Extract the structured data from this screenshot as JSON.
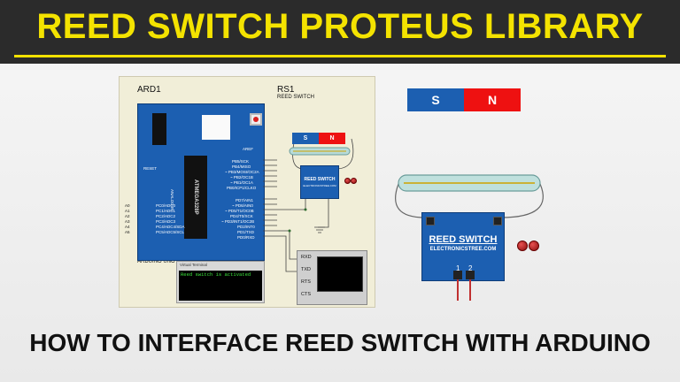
{
  "banner": {
    "title": "REED SWITCH PROTEUS LIBRARY"
  },
  "footer": {
    "title": "HOW TO INTERFACE REED SWITCH WITH ARDUINO"
  },
  "colors": {
    "banner_bg": "#2b2b2b",
    "accent_yellow": "#f4e300",
    "board_blue": "#1c5fb1",
    "magnet_red": "#ee1111"
  },
  "schematic": {
    "arduino_ref": "ARD1",
    "arduino_model": "ARDUINO UNO",
    "chip": "ATMEGA328P",
    "reset_label": "RESET",
    "aref_label": "AREF",
    "right_pins": [
      "PB5/SCK",
      "PB4/MISO",
      "~ PB3/MOSI/OC2A",
      "~ PB2/OC1B",
      "~ PB1/OC1A",
      "PB0/ICP1/CLKO",
      "PD7/AIN1",
      "~ PD6/AIN0",
      "~ PD5/T1/OC0B",
      "PD4/T0/XCK",
      "~ PD3/INT1/OC2B",
      "PD2/INT0",
      "PD1/TXD",
      "PD0/RXD"
    ],
    "left_pins": [
      "PC0/ADC0",
      "PC1/ADC1",
      "PC2/ADC2",
      "PC3/ADC3",
      "PC4/ADC4/SDA",
      "PC5/ADC5/SCL"
    ],
    "left_pin_numbers": [
      "A0",
      "A1",
      "A2",
      "A3",
      "A4",
      "A5"
    ],
    "analog_in_label": "ANALOG IN",
    "reed_ref": "RS1",
    "reed_name": "REED SWITCH",
    "small_module_title": "REED SWITCH",
    "small_module_sub": "ELECTRONICSTREE.COM",
    "virtual_terminal_title": "Virtual Terminal",
    "virtual_terminal_text": "Reed switch is activated",
    "terminal_pins": [
      "RXD",
      "TXD",
      "RTS",
      "CTS"
    ]
  },
  "magnet": {
    "s": "S",
    "n": "N"
  },
  "module": {
    "title": "REED SWITCH",
    "subtitle": "ELECTRONICSTREE.COM",
    "pin1": "1",
    "pin2": "2"
  }
}
